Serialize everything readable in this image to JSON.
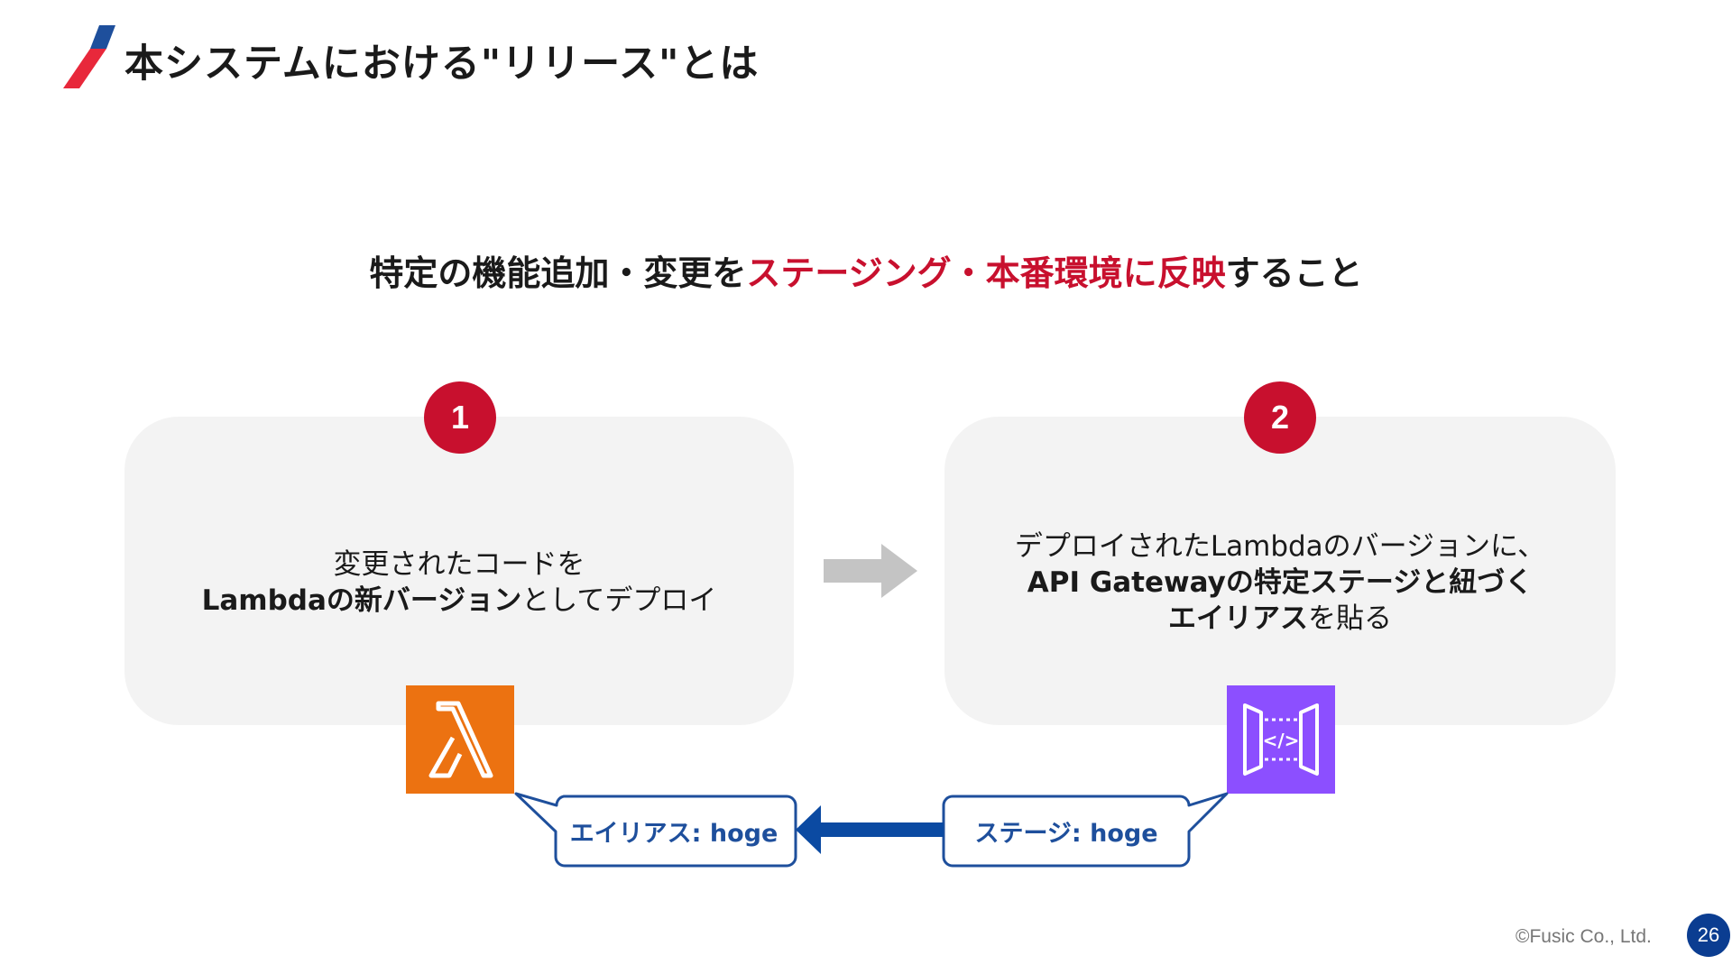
{
  "slide": {
    "title": "本システムにおける\"リリース\"とは",
    "subtitle_before": "特定の機能追加・変更を",
    "subtitle_highlight": "ステージング・本番環境に反映",
    "subtitle_after": "すること"
  },
  "steps": [
    {
      "number": "1",
      "line1": "変更されたコードを",
      "line2_bold": "Lambdaの新バージョン",
      "line2_rest": "としてデプロイ"
    },
    {
      "number": "2",
      "line1": "デプロイされたLambdaのバージョンに、",
      "line2_bold": "API Gatewayの特定ステージと紐づく",
      "line3_bold": "エイリアス",
      "line3_rest": "を貼る"
    }
  ],
  "icons": {
    "lambda": "aws-lambda-icon",
    "api_gateway": "aws-api-gateway-icon"
  },
  "callouts": {
    "alias_label": "エイリアス: hoge",
    "stage_label": "ステージ: hoge"
  },
  "footer": {
    "copyright": "©Fusic Co., Ltd.",
    "page_number": "26"
  },
  "colors": {
    "accent_red": "#c8102e",
    "navy": "#0b3d91",
    "callout_blue": "#1e4f9c",
    "lambda_orange": "#ec7211",
    "apigw_purple": "#8c4fff",
    "card_gray": "#f3f3f3"
  }
}
